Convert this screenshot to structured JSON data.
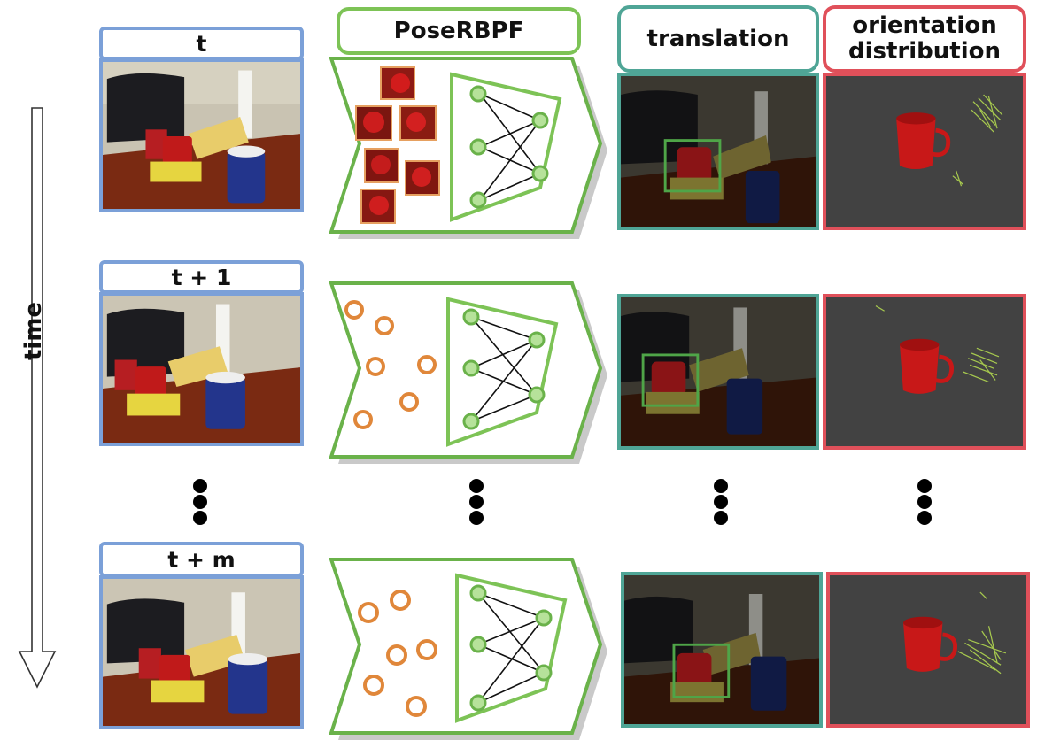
{
  "time_axis": {
    "label": "time"
  },
  "headers": {
    "poserbpf": "PoseRBPF",
    "translation": "translation",
    "orientation_line1": "orientation",
    "orientation_line2": "distribution"
  },
  "rows": [
    {
      "time_label": "t"
    },
    {
      "time_label": "t + 1"
    },
    {
      "time_label": "t + m"
    }
  ],
  "colors": {
    "time_box": "#7ba0d8",
    "poserbpf_box": "#7dc356",
    "translation_box": "#4fa596",
    "orientation_box": "#e0505a",
    "particle_orange": "#e0873a",
    "network_green": "#7dc356"
  },
  "icons": [
    "ellipsis-vertical-icon",
    "neural-network-icon",
    "arrow-down-icon"
  ]
}
